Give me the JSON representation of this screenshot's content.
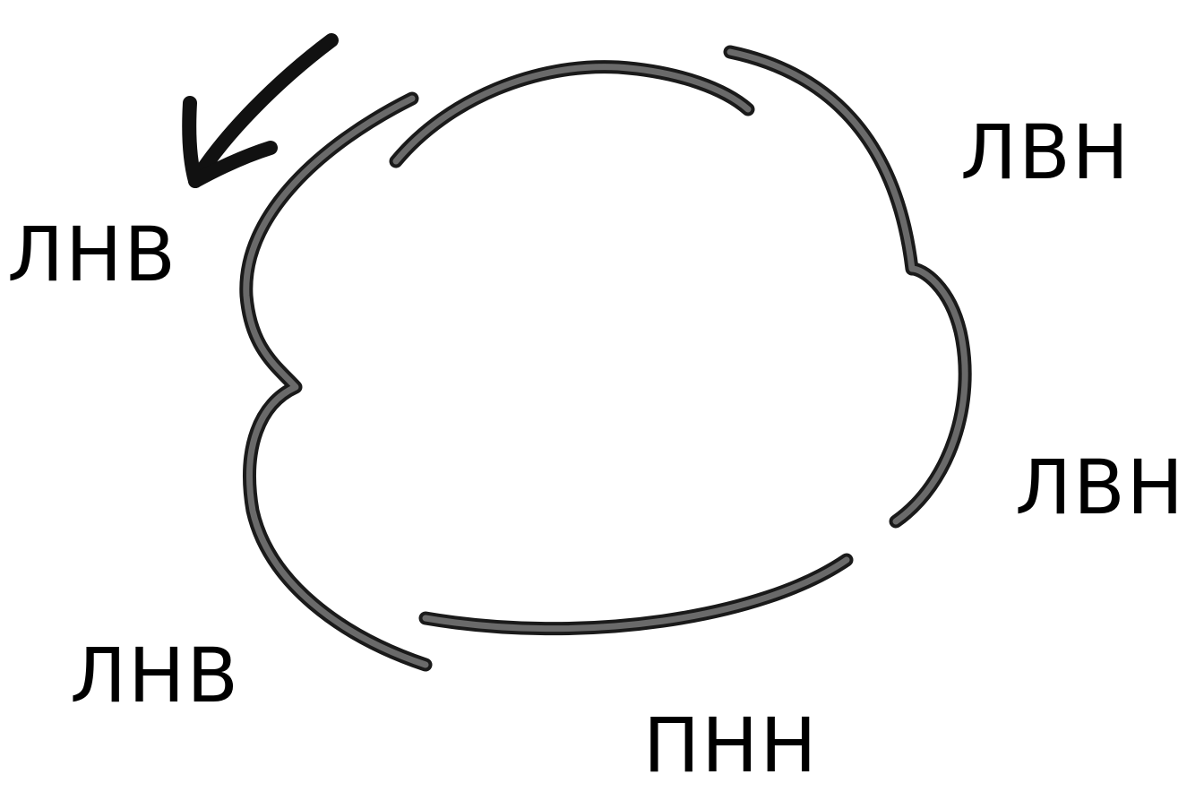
{
  "labels": {
    "top_right": "ЛВН",
    "left_upper": "ЛНВ",
    "right_lower": "ЛВН",
    "left_lower": "ЛНВ",
    "bottom": "ПНН"
  },
  "icons": {
    "arrow": "arrow-down-left-icon"
  }
}
